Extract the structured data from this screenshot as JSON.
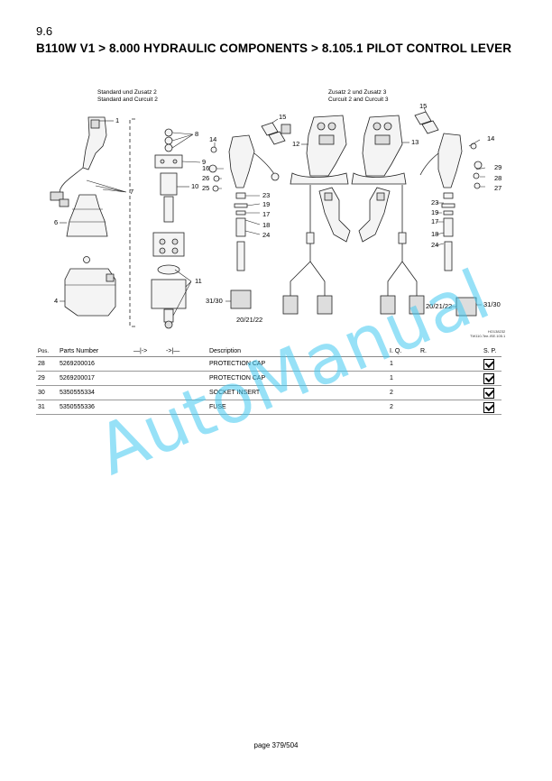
{
  "header": {
    "section": "9.6",
    "title": "B110W V1 > 8.000 HYDRAULIC COMPONENTS > 8.105.1 PILOT CONTROL LEVER"
  },
  "drawing": {
    "caption_left_de": "Standard und Zusatz 2",
    "caption_left_en": "Standard and Curcuit 2",
    "caption_right_de": "Zusatz 2 und Zusatz 3",
    "caption_right_en": "Curcuit 2 and Curcuit 3",
    "ref_code": "HO138232",
    "ref_file": "TW110-Tee-ISE.105.1",
    "callouts": {
      "c1": "1",
      "c4": "4",
      "c6": "6",
      "c7": "7",
      "c8": "8",
      "c9": "9",
      "c10": "10",
      "c11": "11",
      "c12": "12",
      "c13": "13",
      "c14l": "14",
      "c14r": "14",
      "c15l": "15",
      "c15r": "15",
      "c16": "16",
      "c17l": "17",
      "c17r": "17",
      "c18l": "18",
      "c18r": "18",
      "c19l": "19",
      "c19r": "19",
      "c23l": "23",
      "c23r": "23",
      "c24l": "24",
      "c24r": "24",
      "c25": "25",
      "c26": "26",
      "c27": "27",
      "c28": "28",
      "c29": "29",
      "c3130l": "31/30",
      "c3130r": "31/30",
      "c202122l": "20/21/22",
      "c202122r": "20/21/22"
    }
  },
  "table": {
    "headers": {
      "pos": "Pos.",
      "part_number": "Parts Number",
      "from": "—|->",
      "to": "->|—",
      "description": "Description",
      "iq": "I. Q.",
      "r": "R.",
      "sp": "S.  P."
    },
    "rows": [
      {
        "pos": "28",
        "part_number": "5269200016",
        "description": "PROTECTION CAP",
        "qty": "1"
      },
      {
        "pos": "29",
        "part_number": "5269200017",
        "description": "PROTECTION CAP",
        "qty": "1"
      },
      {
        "pos": "30",
        "part_number": "5350555334",
        "description": "SOCKET INSERT",
        "qty": "2"
      },
      {
        "pos": "31",
        "part_number": "5350555336",
        "description": "FUSE",
        "qty": "2"
      }
    ]
  },
  "watermark": "AutoManual",
  "footer": {
    "page": "page 379/504"
  }
}
